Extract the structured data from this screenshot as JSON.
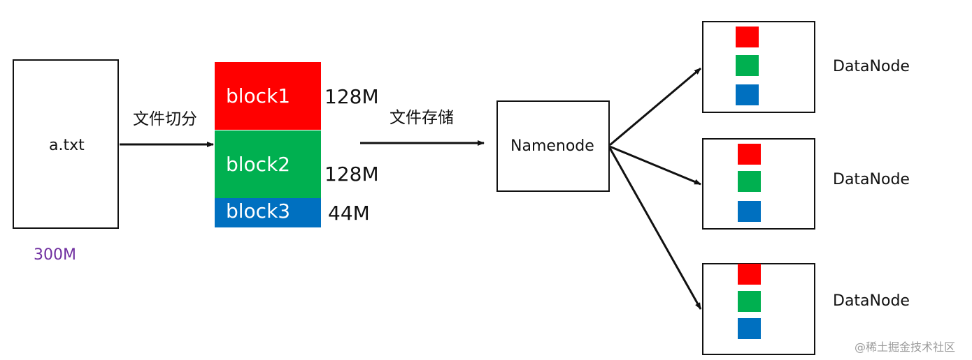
{
  "file": {
    "name": "a.txt",
    "size": "300M"
  },
  "split_label": "文件切分",
  "blocks": [
    {
      "label": "block1",
      "size": "128M",
      "color": "#ff0000"
    },
    {
      "label": "block2",
      "size": "128M",
      "color": "#00b050"
    },
    {
      "label": "block3",
      "size": "44M",
      "color": "#0070c0"
    }
  ],
  "store_label": "文件存储",
  "namenode": {
    "label": "Namenode"
  },
  "datanodes": [
    {
      "label": "DataNode"
    },
    {
      "label": "DataNode"
    },
    {
      "label": "DataNode"
    }
  ],
  "watermark": "@稀土掘金技术社区",
  "colors": {
    "red": "#ff0000",
    "green": "#00b050",
    "blue": "#0070c0",
    "size_text": "#7030a0"
  }
}
